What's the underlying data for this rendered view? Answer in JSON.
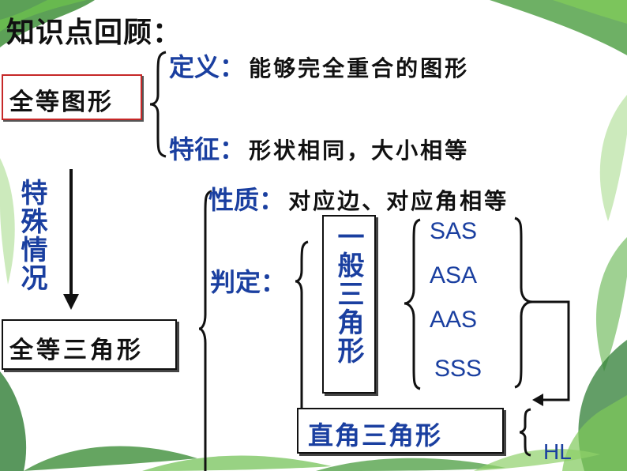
{
  "heading": "知识点回顾：",
  "shape_box": "全等图形",
  "definition": {
    "label": "定义：",
    "text": "能够完全重合的图形"
  },
  "feature": {
    "label": "特征：",
    "text": "形状相同，大小相等"
  },
  "special_case": "特殊情况",
  "triangle_box": "全等三角形",
  "property": {
    "label": "性质：",
    "text": "对应边、对应角相等"
  },
  "judgement": {
    "label": "判定："
  },
  "general_triangle": "一般三角形",
  "criteria": [
    "SAS",
    "ASA",
    "AAS",
    "SSS"
  ],
  "right_triangle": "直角三角形",
  "hl": "HL"
}
